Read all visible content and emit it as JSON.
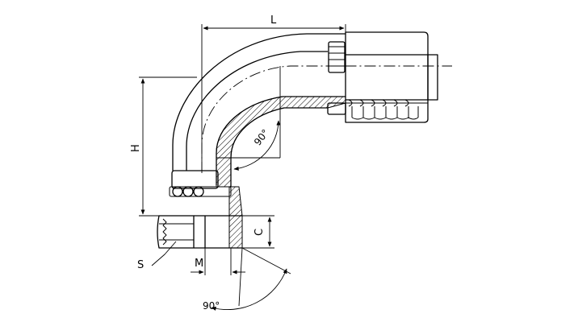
{
  "diagram": {
    "labels": {
      "length": "L",
      "height": "H",
      "thread": "M",
      "hex": "S",
      "seat": "C",
      "bend_angle": "90°",
      "swivel_angle": "90°"
    },
    "colors": {
      "line": "#000000",
      "hatch": "#000000",
      "background": "#ffffff"
    }
  }
}
